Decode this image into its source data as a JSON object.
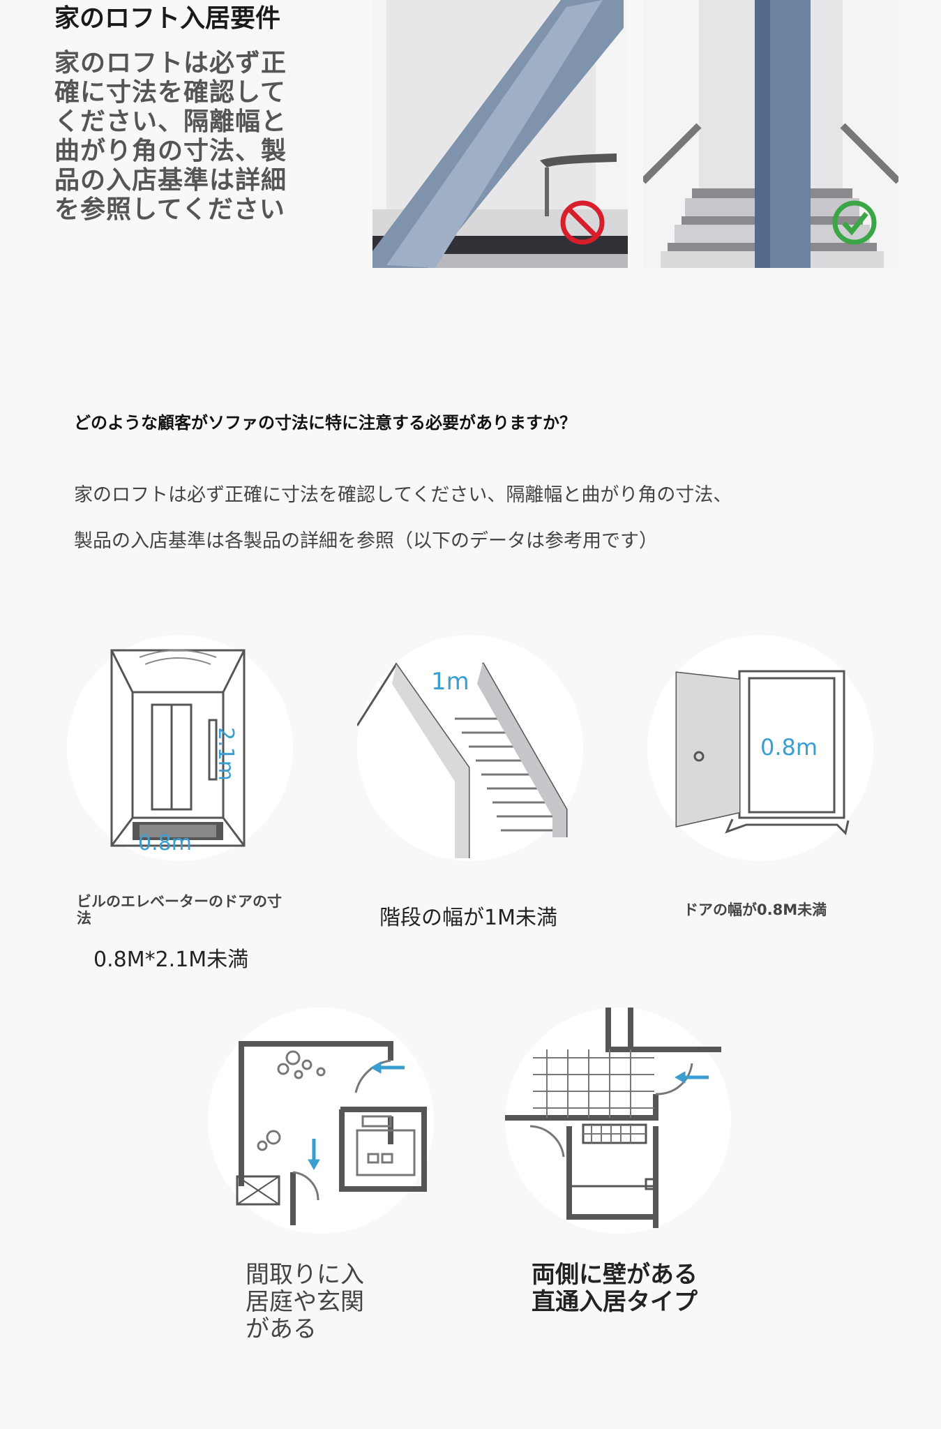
{
  "top": {
    "title": "家のロフト入居要件",
    "body": "家のロフトは必ず正確に寸法を確認してください、隔離幅と曲がり角の寸法、製品の入店基準は詳細を参照してください"
  },
  "section": {
    "question": "どのような顧客がソファの寸法に特に注意する必要がありますか？",
    "desc_line1": "家のロフトは必ず正確に寸法を確認してください、隔離幅と曲がり角の寸法、",
    "desc_line2": "製品の入店基準は各製品の詳細を参照（以下のデータは参考用です）"
  },
  "items": [
    {
      "caption": "ビルのエレベーターのドアの寸法",
      "value": "0.8M*2.1M未満",
      "width_label": "0.8m",
      "height_label": "2.1m"
    },
    {
      "caption": "階段の幅が1M未満",
      "width_label": "1m"
    },
    {
      "caption": "ドアの幅が0.8M未満",
      "width_label": "0.8m"
    },
    {
      "caption": "間取りに入居庭や玄関がある"
    },
    {
      "caption": "両側に壁がある直通入居タイプ"
    }
  ],
  "colors": {
    "accent_blue": "#3a9fd0",
    "no_red": "#d81e2a",
    "ok_green": "#3aa646"
  }
}
